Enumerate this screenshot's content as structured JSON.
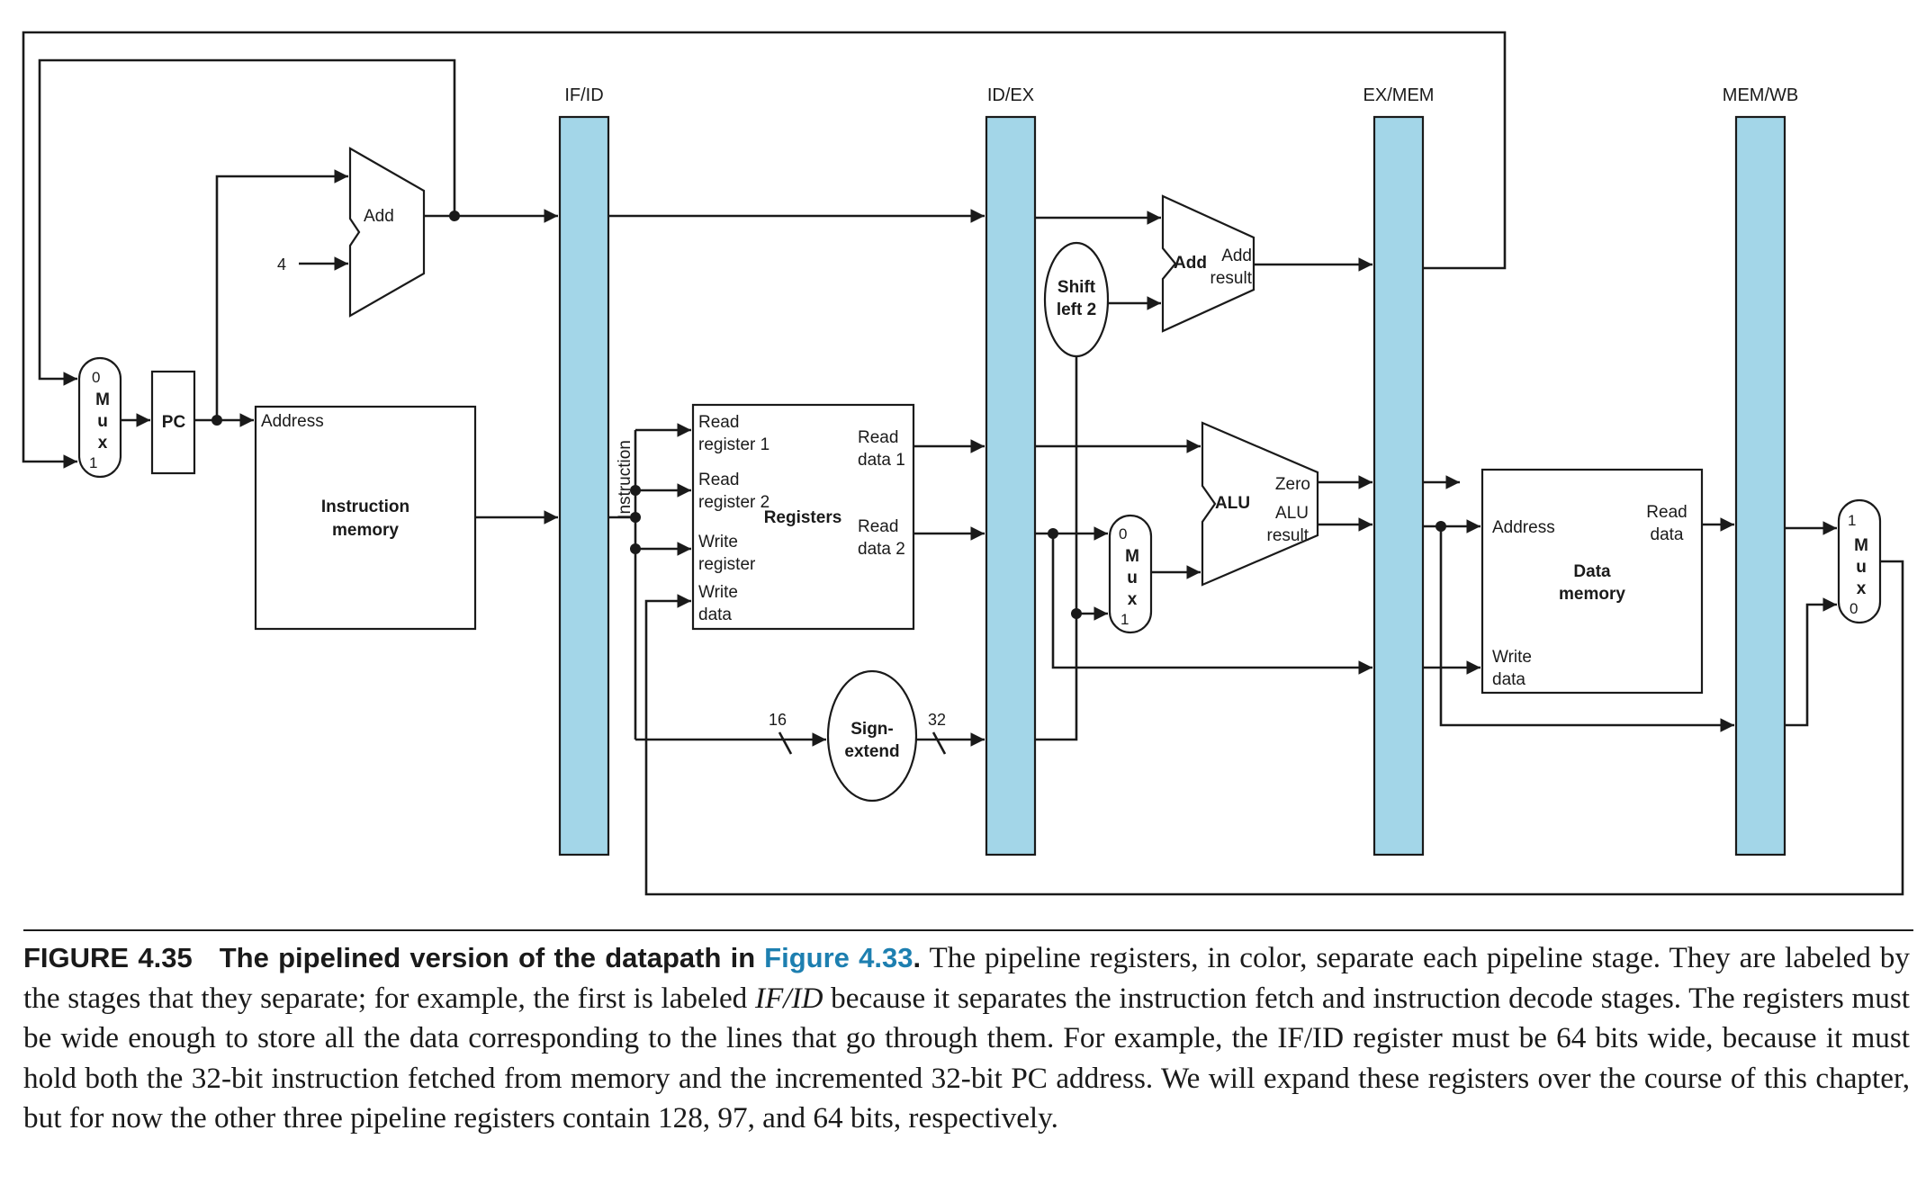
{
  "pipeline_registers": [
    "IF/ID",
    "ID/EX",
    "EX/MEM",
    "MEM/WB"
  ],
  "blocks": {
    "pc": "PC",
    "add_pc": "Add",
    "const_four": "4",
    "imem_address": "Address",
    "imem_title_1": "Instruction",
    "imem_title_2": "memory",
    "instruction_label": "Instruction",
    "reg_read1_1": "Read",
    "reg_read1_2": "register 1",
    "reg_read2_1": "Read",
    "reg_read2_2": "register 2",
    "reg_write_1": "Write",
    "reg_write_2": "register",
    "reg_wdata_1": "Write",
    "reg_wdata_2": "data",
    "reg_title": "Registers",
    "reg_rdata1_1": "Read",
    "reg_rdata1_2": "data 1",
    "reg_rdata2_1": "Read",
    "reg_rdata2_2": "data 2",
    "sign_1": "Sign-",
    "sign_2": "extend",
    "width_16": "16",
    "width_32": "32",
    "shift_1": "Shift",
    "shift_2": "left 2",
    "add_branch": "Add",
    "add_result_1": "Add",
    "add_result_2": "result",
    "alu": "ALU",
    "alu_zero": "Zero",
    "alu_result_1": "ALU",
    "alu_result_2": "result",
    "dmem_address": "Address",
    "dmem_read_1": "Read",
    "dmem_read_2": "data",
    "dmem_write_1": "Write",
    "dmem_write_2": "data",
    "dmem_title_1": "Data",
    "dmem_title_2": "memory"
  },
  "muxes": {
    "pc_mux": {
      "top": "0",
      "letters": [
        "M",
        "u",
        "x"
      ],
      "bottom": "1"
    },
    "alu_mux": {
      "top": "0",
      "letters": [
        "M",
        "u",
        "x"
      ],
      "bottom": "1"
    },
    "wb_mux": {
      "top": "1",
      "letters": [
        "M",
        "u",
        "x"
      ],
      "bottom": "0"
    }
  },
  "caption": {
    "figure": "FIGURE 4.35",
    "title": "The pipelined version of the datapath in",
    "link": "Figure 4.33",
    "after_link": ".",
    "part1": " The pipeline registers, in color, separate each pipeline stage. They are labeled by the stages that they separate; for example, the first is labeled ",
    "italic": "IF/ID",
    "part2": " because it separates the instruction fetch and instruction decode stages. The registers must be wide enough to store all the data corresponding to the lines that go through them. For example, the IF/ID register must be 64 bits wide, because it must hold both the 32-bit instruction fetched from memory and the incremented 32-bit PC address. We will expand these registers over the course of this chapter, but for now the other three pipeline registers contain 128, 97, and 64 bits, respectively."
  },
  "colors": {
    "pipeline_register": "#a3d6e8",
    "link": "#1d7fb0",
    "ink": "#1a1a1a"
  }
}
